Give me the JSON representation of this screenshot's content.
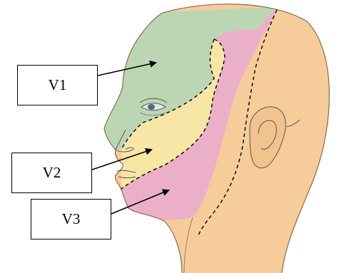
{
  "labels": {
    "v1": "V1",
    "v2": "V2",
    "v3": "V3"
  },
  "colors": {
    "v1_region": "#bcd6b4",
    "v2_region": "#f7e6a6",
    "v3_region": "#ebb0c7",
    "head_skin": "#f7cc9b",
    "outline": "#000000"
  }
}
